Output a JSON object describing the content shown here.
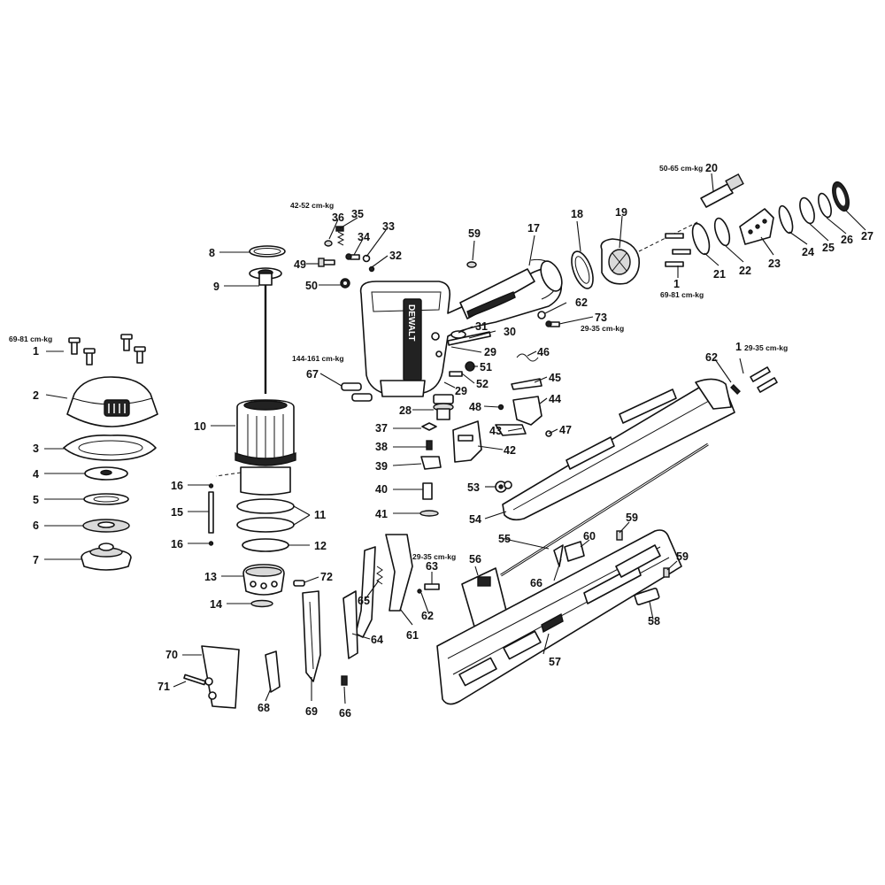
{
  "brand_text": "DEWALT",
  "torques": [
    {
      "id": "t1",
      "text": "69-81 cm-kg"
    },
    {
      "id": "t2",
      "text": "42-52 cm-kg"
    },
    {
      "id": "t3",
      "text": "50-65 cm-kg"
    },
    {
      "id": "t4",
      "text": "69-81 cm-kg"
    },
    {
      "id": "t5",
      "text": "29-35 cm-kg"
    },
    {
      "id": "t6",
      "text": "144-161 cm-kg"
    },
    {
      "id": "t7",
      "text": "29-35 cm-kg"
    },
    {
      "id": "t8",
      "text": "29-35 cm-kg"
    }
  ],
  "callouts": [
    "1",
    "2",
    "3",
    "4",
    "5",
    "6",
    "7",
    "8",
    "9",
    "10",
    "11",
    "12",
    "13",
    "14",
    "15",
    "16",
    "16",
    "17",
    "18",
    "19",
    "20",
    "21",
    "22",
    "23",
    "24",
    "25",
    "26",
    "27",
    "28",
    "29",
    "29",
    "30",
    "31",
    "32",
    "33",
    "34",
    "35",
    "36",
    "37",
    "38",
    "39",
    "40",
    "41",
    "42",
    "43",
    "44",
    "45",
    "46",
    "47",
    "48",
    "49",
    "50",
    "51",
    "52",
    "53",
    "54",
    "55",
    "56",
    "57",
    "58",
    "59",
    "59",
    "59",
    "60",
    "61",
    "62",
    "62",
    "62",
    "63",
    "64",
    "65",
    "66",
    "66",
    "67",
    "68",
    "69",
    "70",
    "71",
    "72",
    "73",
    "1",
    "1"
  ]
}
